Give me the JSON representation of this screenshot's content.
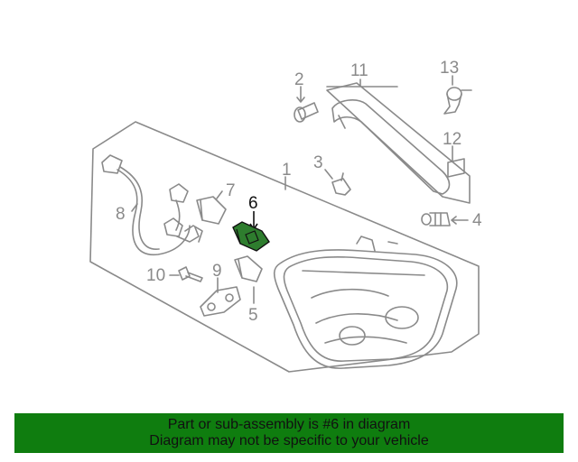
{
  "diagram": {
    "highlighted_part": "6",
    "callouts": {
      "c1": "1",
      "c2": "2",
      "c3": "3",
      "c4": "4",
      "c5": "5",
      "c6": "6",
      "c7": "7",
      "c8": "8",
      "c9": "9",
      "c10": "10",
      "c11": "11",
      "c12": "12",
      "c13": "13"
    },
    "colors": {
      "line": "#8a8a8a",
      "highlight_fill": "#2e7d2e",
      "highlight_text": "#111111"
    }
  },
  "banner": {
    "line1": "Part or sub-assembly is #6 in diagram",
    "line2": "Diagram may not be specific to your vehicle",
    "background": "#0f7d0f"
  }
}
